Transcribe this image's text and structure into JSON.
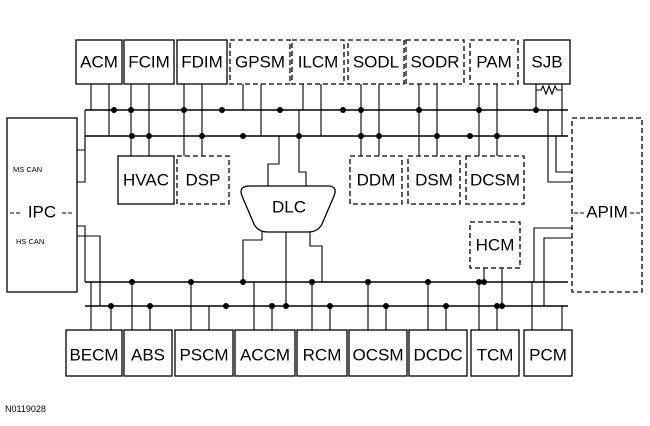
{
  "modules": {
    "acm": "ACM",
    "fcim": "FCIM",
    "fdim": "FDIM",
    "gpsm": "GPSM",
    "ilcm": "ILCM",
    "sodl": "SODL",
    "sodr": "SODR",
    "pam": "PAM",
    "sjb": "SJB",
    "hvac": "HVAC",
    "dsp": "DSP",
    "ddm": "DDM",
    "dsm": "DSM",
    "dcsm": "DCSM",
    "dlc": "DLC",
    "hcm": "HCM",
    "apim": "APIM",
    "becm": "BECM",
    "abs": "ABS",
    "pscm": "PSCM",
    "accm": "ACCM",
    "rcm": "RCM",
    "ocsm": "OCSM",
    "dcdc": "DCDC",
    "tcm": "TCM",
    "pcm": "PCM"
  },
  "ipc": {
    "label": "IPC",
    "ms_can": "MS CAN",
    "hs_can": "HS CAN"
  },
  "reference": "N0119028"
}
